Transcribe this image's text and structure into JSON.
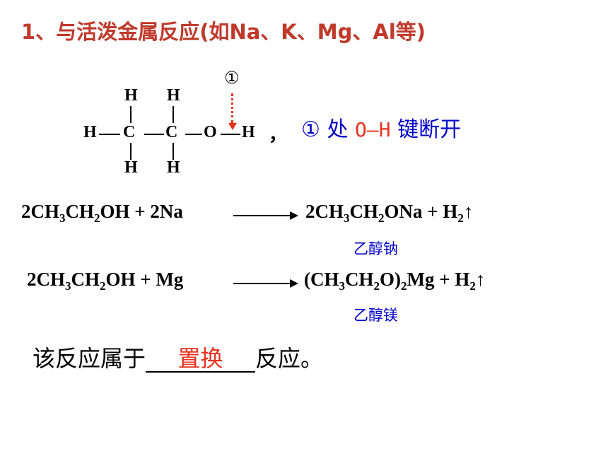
{
  "colors": {
    "title": "#C0392B",
    "blue": "#0000CC",
    "red": "#E8321E"
  },
  "title": {
    "lead": "1、与活泼金属反应",
    "paren": "(如Na、K、Mg、Al等)"
  },
  "structure": {
    "h": "H",
    "c": "C",
    "o": "O",
    "marker": "①",
    "comma": "，"
  },
  "note": {
    "marker": "①",
    "word1": "处",
    "bond": "O—H",
    "word2": "键断开"
  },
  "eq1": {
    "r1": "2CH",
    "r_s1": "3",
    "r2": "CH",
    "r_s2": "2",
    "r3": "OH + 2Na",
    "p1": "2CH",
    "p_s1": "3",
    "p2": "CH",
    "p_s2": "2",
    "p3": "ONa + H",
    "p_s3": "2",
    "p4": "↑",
    "product_name": "乙醇钠"
  },
  "eq2": {
    "r1": "2CH",
    "r_s1": "3",
    "r2": "CH",
    "r_s2": "2",
    "r3": "OH + Mg",
    "p1": "(CH",
    "p_s1": "3",
    "p2": "CH",
    "p_s2": "2",
    "p3": "O)",
    "p_s3": "2",
    "p4": "Mg + H",
    "p_s4": "2",
    "p5": "↑",
    "product_name": "乙醇镁"
  },
  "sentence": {
    "pre": "该反应属于",
    "answer": "置换",
    "post": "反应。"
  }
}
